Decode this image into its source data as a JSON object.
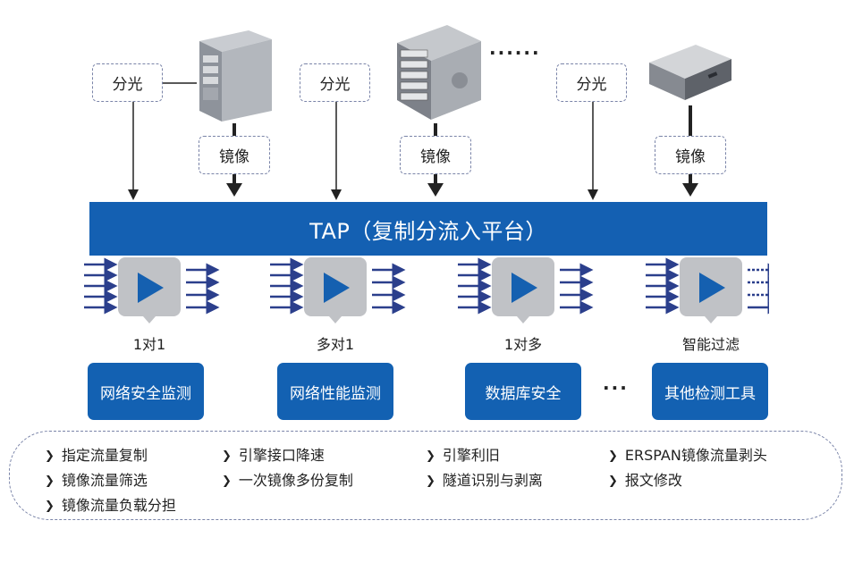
{
  "split_label": "分光",
  "mirror_label": "镜像",
  "top_ellipsis": "......",
  "tap_title": "TAP（复制分流入平台）",
  "modes": [
    "1对1",
    "多对1",
    "1对多",
    "智能过滤"
  ],
  "tools": [
    "网络安全监测",
    "网络性能监测",
    "数据库安全",
    "其他检测工具"
  ],
  "tools_ellipsis": "···",
  "features": [
    "指定流量复制",
    "引擎接口降速",
    "引擎利旧",
    "ERSPAN镜像流量剥头",
    "镜像流量筛选",
    "一次镜像多份复制",
    "隧道识别与剥离",
    "报文修改",
    "镜像流量负载分担"
  ],
  "colors": {
    "tap_blue": "#1460b2",
    "play_blue": "#1560b0",
    "arrow_blue": "#2b3f8c",
    "server_gray": "#9aa0a8"
  }
}
